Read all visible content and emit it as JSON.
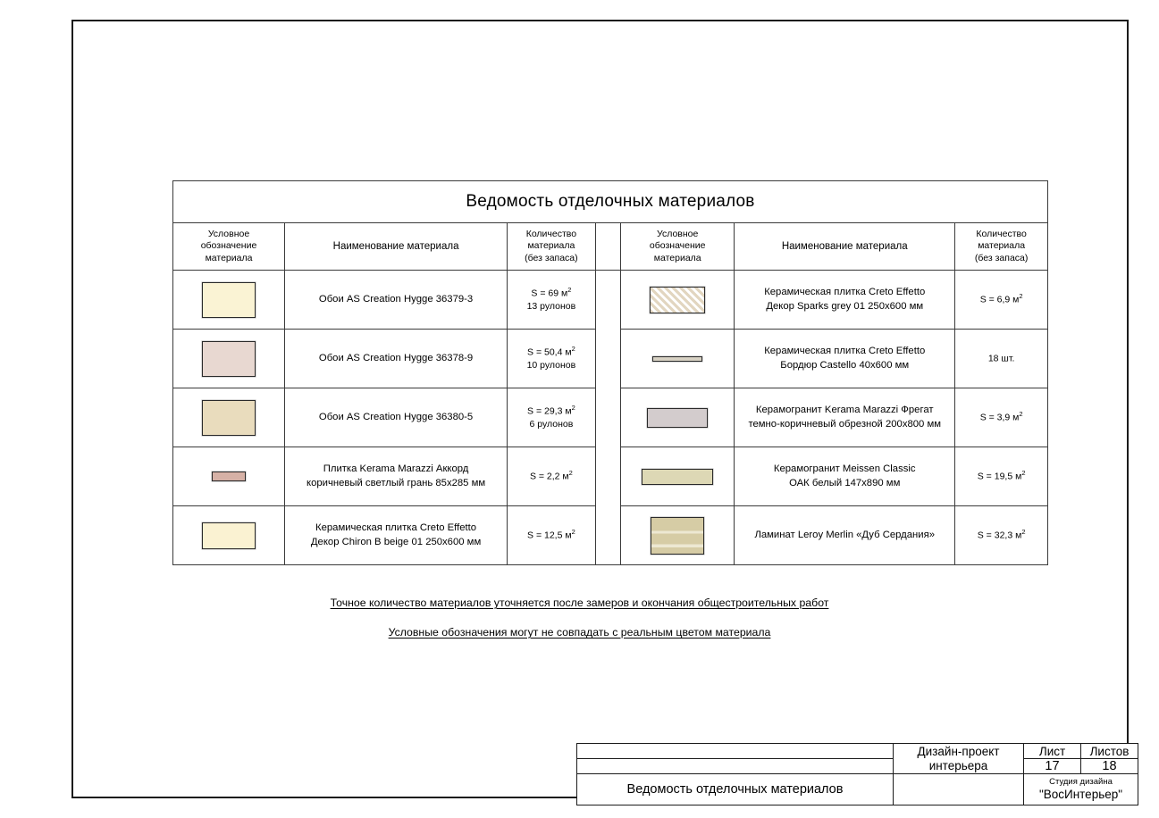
{
  "document": {
    "title": "Ведомость отделочных материалов"
  },
  "table": {
    "headers": {
      "symbol": "Условное\nобозначение\nматериала",
      "symbol_line1": "Условное",
      "symbol_line2": "обозначение",
      "symbol_line3": "материала",
      "name": "Наименование материала",
      "qty_line1": "Количество",
      "qty_line2": "материала",
      "qty_line3": "(без запаса)"
    },
    "left_rows": [
      {
        "swatch": {
          "name": "swatch-wallpaper-ivory",
          "fill": "#FAF3D4",
          "pattern": "solid",
          "width": 60,
          "height": 40
        },
        "name": "Обои AS Creation Hygge 36379-3",
        "qty_line1": "S = 69 м",
        "qty_sup": "2",
        "qty_line2": "13 рулонов"
      },
      {
        "swatch": {
          "name": "swatch-wallpaper-pink",
          "fill": "#E8D8D1",
          "pattern": "solid",
          "width": 60,
          "height": 40
        },
        "name": "Обои AS Creation Hygge 36378-9",
        "qty_line1": "S = 50,4 м",
        "qty_sup": "2",
        "qty_line2": "10 рулонов"
      },
      {
        "swatch": {
          "name": "swatch-wallpaper-tan",
          "fill": "#E9DCBD",
          "pattern": "solid",
          "width": 60,
          "height": 40
        },
        "name": "Обои AS Creation Hygge 36380-5",
        "qty_line1": "S = 29,3 м",
        "qty_sup": "2",
        "qty_line2": "6 рулонов"
      },
      {
        "swatch": {
          "name": "swatch-tile-brown-strip",
          "fill": "#D6B1A6",
          "pattern": "solid",
          "width": 38,
          "height": 11
        },
        "name": "Плитка Kerama Marazzi Аккорд\nкоричневый светлый грань 85х285 мм",
        "name_line1": "Плитка Kerama Marazzi Аккорд",
        "name_line2": "коричневый светлый грань 85х285 мм",
        "qty_line1": "S = 2,2 м",
        "qty_sup": "2",
        "qty_line2": ""
      },
      {
        "swatch": {
          "name": "swatch-tile-chiron-beige",
          "fill": "#FAF2D2",
          "pattern": "solid",
          "width": 60,
          "height": 30
        },
        "name": "Керамическая плитка Creto Effetto\nДекор Chiron B beige 01 250x600 мм",
        "name_line1": "Керамическая плитка Creto Effetto",
        "name_line2": "Декор Chiron B beige 01 250x600 мм",
        "qty_line1": "S = 12,5 м",
        "qty_sup": "2",
        "qty_line2": ""
      }
    ],
    "right_rows": [
      {
        "swatch": {
          "name": "swatch-tile-sparks-grey-hatch",
          "fill": "#E2D6C0",
          "pattern": "crosshatch",
          "width": 62,
          "height": 30
        },
        "name_line1": "Керамическая плитка Creto Effetto",
        "name_line2": "Декор Sparks grey 01 250x600 мм",
        "qty_line1": "S = 6,9 м",
        "qty_sup": "2",
        "qty_line2": ""
      },
      {
        "swatch": {
          "name": "swatch-border-castello",
          "fill": "#D8D2C4",
          "pattern": "solid",
          "width": 56,
          "height": 6
        },
        "name_line1": "Керамическая плитка Creto Effetto",
        "name_line2": "Бордюр Castello 40x600 мм",
        "qty_line1": "18 шт.",
        "qty_sup": "",
        "qty_line2": ""
      },
      {
        "swatch": {
          "name": "swatch-porcelain-fregat-grey",
          "fill": "#D3CCCD",
          "pattern": "solid",
          "width": 68,
          "height": 22
        },
        "name_line1": "Керамогранит Kerama Marazzi Фрегат",
        "name_line2": "темно-коричневый обрезной 200x800 мм",
        "qty_line1": "S = 3,9 м",
        "qty_sup": "2",
        "qty_line2": ""
      },
      {
        "swatch": {
          "name": "swatch-porcelain-meissen-oak",
          "fill": "#DDD8B5",
          "pattern": "solid",
          "width": 80,
          "height": 18
        },
        "name_line1": "Керамогранит Meissen Classic",
        "name_line2": "ОАК белый 147х890 мм",
        "qty_line1": "S = 19,5 м",
        "qty_sup": "2",
        "qty_line2": ""
      },
      {
        "swatch": {
          "name": "swatch-laminate-oak-serdaniya",
          "fill": "#D6CCA5",
          "pattern": "stripes",
          "stripe_fill": "#EDE8D2",
          "width": 60,
          "height": 42
        },
        "name_line1": "Ламинат Leroy Merlin «Дуб Сердания»",
        "name_line2": "",
        "qty_line1": "S = 32,3 м",
        "qty_sup": "2",
        "qty_line2": ""
      }
    ]
  },
  "notes": {
    "note_1": "Точное количество материалов уточняется после замеров и окончания общестроительных работ",
    "note_2": "Условные обозначения могут не совпадать с реальным цветом материала"
  },
  "title_block": {
    "project": "Дизайн-проект\nинтерьера",
    "project_line1": "Дизайн-проект",
    "project_line2": "интерьера",
    "sheet_label": "Лист",
    "sheet_value": "17",
    "total_label": "Листов",
    "total_value": "18",
    "document_name": "Ведомость отделочных материалов",
    "studio_label": "Студия дизайна",
    "studio_name": "\"ВосИнтерьер\""
  }
}
